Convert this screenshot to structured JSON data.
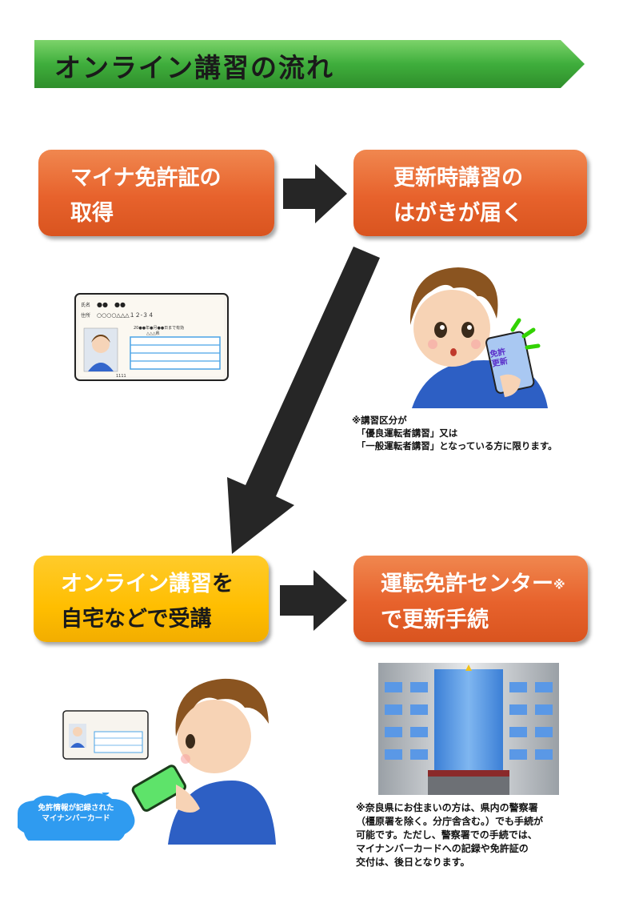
{
  "banner": {
    "title": "オンライン講習の流れ"
  },
  "steps": {
    "s1": {
      "line1": "マイナ免許証の",
      "line2": "取得"
    },
    "s2": {
      "line1": "更新時講習の",
      "line2": "はがきが届く"
    },
    "s3": {
      "line1a": "オンライン講習",
      "line1b": "を",
      "line2": "自宅などで受講"
    },
    "s4": {
      "line1": "運転免許センター",
      "mark": "※",
      "line2": "で更新手続"
    }
  },
  "card": {
    "name_label": "氏名",
    "name_value": "●●　●●",
    "addr_label": "住所",
    "addr_value": "○○○○△△△１２-３４",
    "dates": "20●●年●月●●日まで有効",
    "number_line": "△△△県",
    "footer": "1111"
  },
  "phone": {
    "line1": "免許",
    "line2": "更新"
  },
  "notes": {
    "n1": "※講習区分が\n　「優良運転者講習」又は\n　「一般運転者講習」となっている方に限ります。",
    "n2": "※奈良県にお住まいの方は、県内の警察署\n（橿原署を除く。分庁舎含む。）でも手続が\n可能です。ただし、警察署での手続では、\nマイナンバーカードへの記録や免許証の\n交付は、後日となります。"
  },
  "bubble": {
    "line1": "免許情報が記録された",
    "line2": "マイナンバーカード"
  },
  "colors": {
    "orange": "#e7622c",
    "yellow": "#ffbe00",
    "green": "#3aa53a",
    "arrow": "#262626"
  }
}
